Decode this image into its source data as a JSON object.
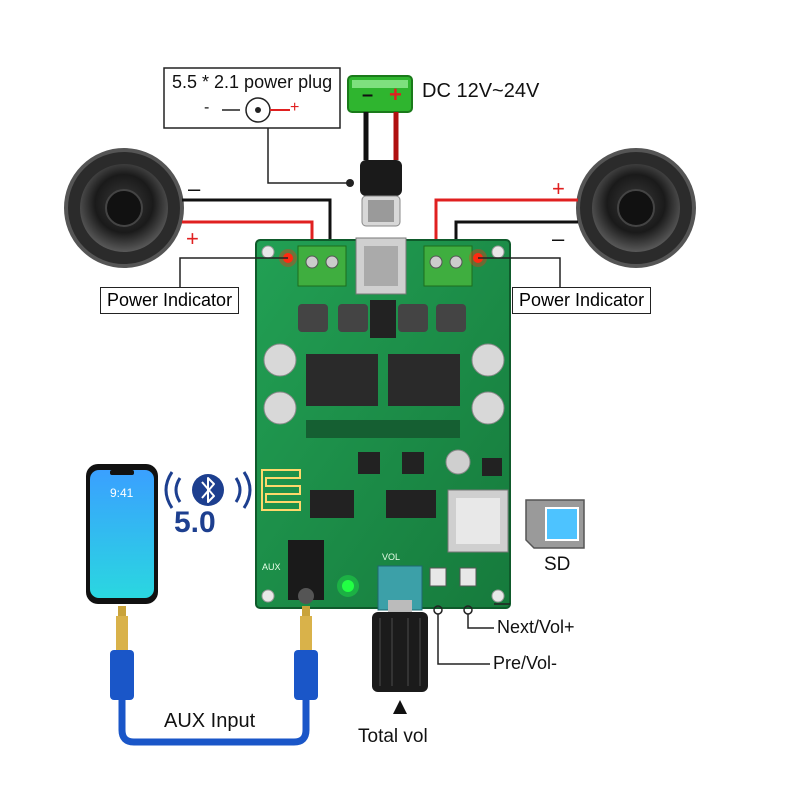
{
  "labels": {
    "power_plug": "5.5 * 2.1 power plug",
    "plug_minus": "-",
    "plug_plus": "+",
    "dc_minus": "–",
    "dc_plus": "+",
    "dc_voltage": "DC 12V~24V",
    "left_speaker_minus": "–",
    "left_speaker_plus": "+",
    "right_speaker_plus": "+",
    "right_speaker_minus": "–",
    "power_indicator_left": "Power Indicator",
    "power_indicator_right": "Power Indicator",
    "bluetooth_version": "5.0",
    "phone_time": "9:41",
    "sd_label": "SD",
    "next_vol": "Next/Vol+",
    "pre_vol": "Pre/Vol-",
    "aux_input": "AUX Input",
    "total_vol": "Total vol",
    "board_aux": "AUX",
    "board_vol": "VOL"
  },
  "colors": {
    "pcb": "#1f8f4a",
    "wire_red": "#e02020",
    "wire_black": "#111111",
    "terminal_green": "#3fae3f",
    "bluetooth_blue": "#1d3f8f",
    "cable_blue": "#1a56c8",
    "led_red": "#ff2a10",
    "led_green": "#22ff44"
  },
  "icons": [
    "bluetooth-icon",
    "speaker-icon",
    "phone-icon",
    "sd-card-icon",
    "audio-jack-icon",
    "volume-knob-icon",
    "arrow-up-icon"
  ]
}
